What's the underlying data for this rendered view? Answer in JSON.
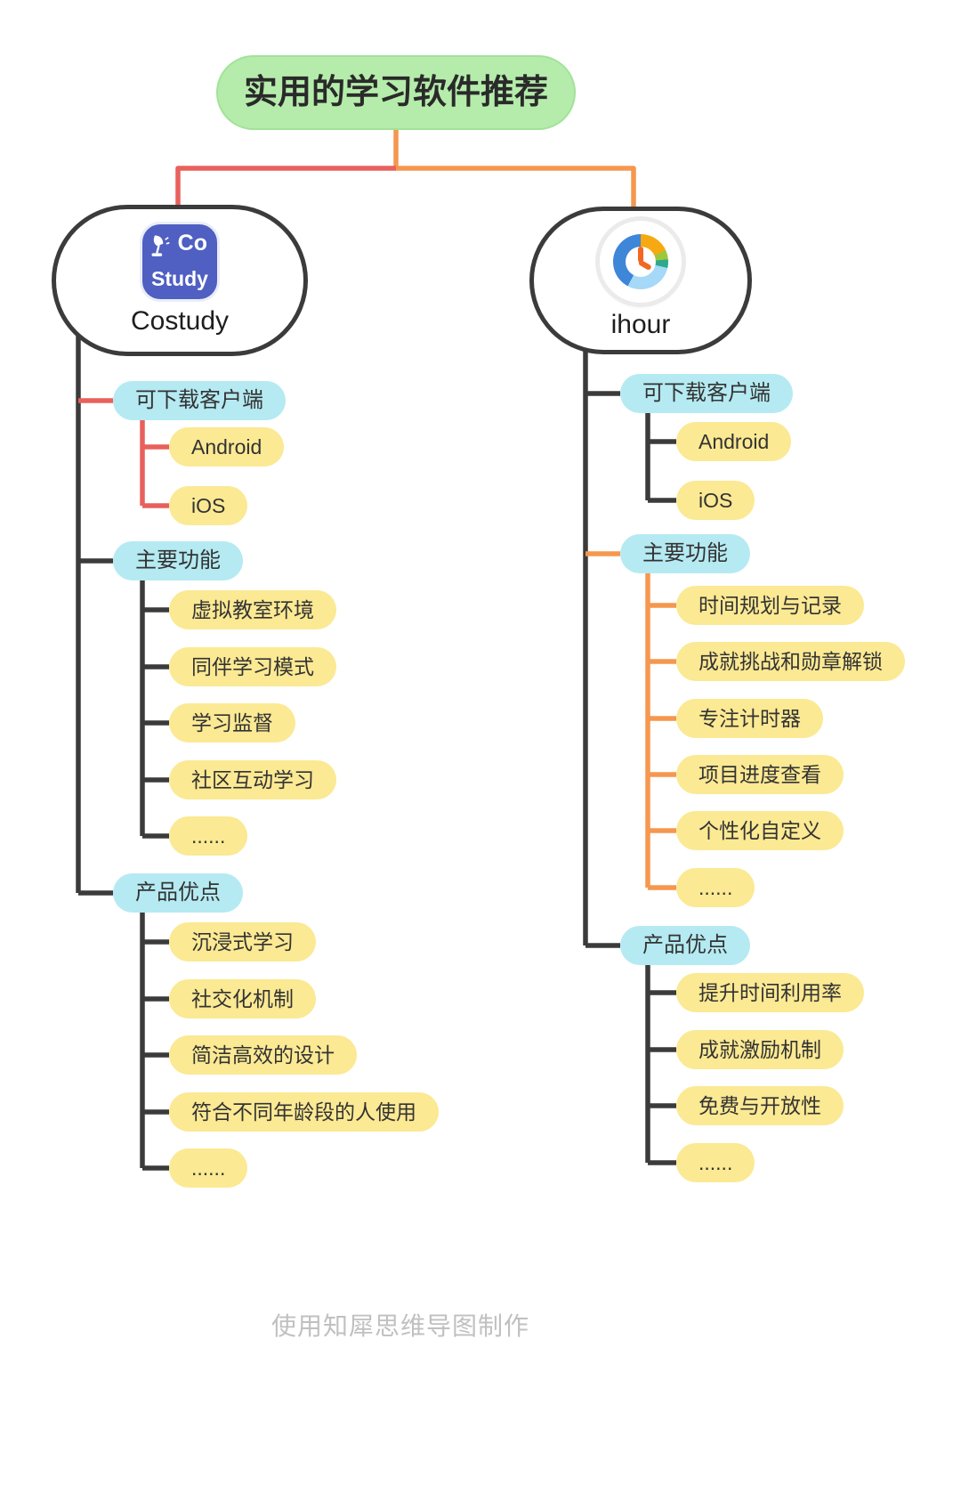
{
  "title": "实用的学习软件推荐",
  "footer": "使用知犀思维导图制作",
  "palette": {
    "title_green": "#b5ecab",
    "topic_cyan": "#b5eaf2",
    "detail_yellow": "#fbe993",
    "connector_red": "#e8605c",
    "connector_orange": "#f5974e",
    "connector_dark": "#3b3b3b",
    "costudy_blue": "#4f5fc2",
    "footer_gray": "#c0c0c0"
  },
  "branches": {
    "costudy": {
      "app_name": "Costudy",
      "icon": "costudy-app-icon",
      "icon_text_top": "Co",
      "icon_text_bottom": "Study",
      "sections": [
        {
          "label": "可下载客户端",
          "connector_color": "red",
          "children": [
            "Android",
            "iOS"
          ]
        },
        {
          "label": "主要功能",
          "connector_color": "dark",
          "children": [
            "虚拟教室环境",
            "同伴学习模式",
            "学习监督",
            "社区互动学习",
            "......"
          ]
        },
        {
          "label": "产品优点",
          "connector_color": "dark",
          "children": [
            "沉浸式学习",
            "社交化机制",
            "简洁高效的设计",
            "符合不同年龄段的人使用",
            "......"
          ]
        }
      ]
    },
    "ihour": {
      "app_name": "ihour",
      "icon": "ihour-clock-icon",
      "sections": [
        {
          "label": "可下载客户端",
          "connector_color": "dark",
          "children": [
            "Android",
            "iOS"
          ]
        },
        {
          "label": "主要功能",
          "connector_color": "orange",
          "children": [
            "时间规划与记录",
            "成就挑战和勋章解锁",
            "专注计时器",
            "项目进度查看",
            "个性化自定义",
            "......"
          ]
        },
        {
          "label": "产品优点",
          "connector_color": "dark",
          "children": [
            "提升时间利用率",
            "成就激励机制",
            "免费与开放性",
            "......"
          ]
        }
      ]
    }
  }
}
